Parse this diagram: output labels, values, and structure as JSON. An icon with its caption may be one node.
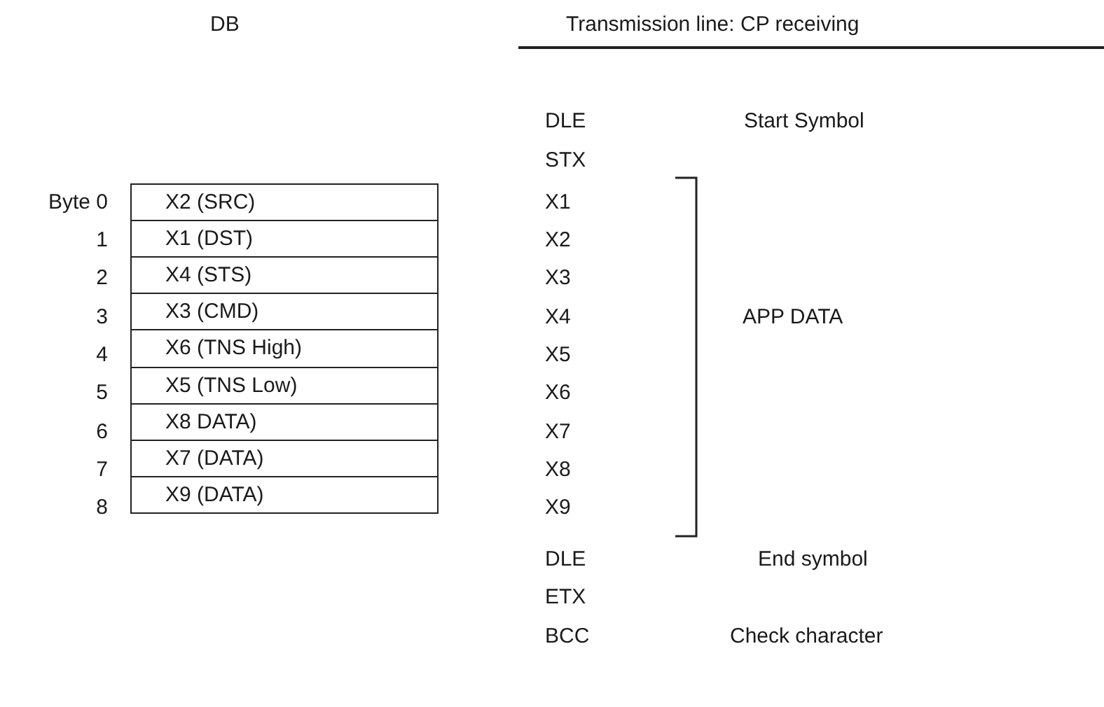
{
  "diagram": {
    "nodes": [
      {
        "text": [
          "X2 (SRC)"
        ]
      },
      {
        "text": [
          "X1 (DST)"
        ]
      },
      {
        "text": [
          "X4 (STS)"
        ]
      },
      {
        "text": [
          "X3 (CMD)"
        ]
      },
      {
        "text": [
          "X6 (TNS High)"
        ]
      },
      {
        "text": [
          "X5 (TNS Low)"
        ]
      },
      {
        "text": [
          "X8 DATA)"
        ]
      },
      {
        "text": [
          "X7 (DATA)"
        ]
      },
      {
        "text": [
          "X9 (DATA)"
        ]
      }
    ],
    "labels": [
      "DB",
      "Transmission line: CP receiving",
      "DLE",
      "Start Symbol",
      "STX",
      "Byte 0",
      "X1",
      "1",
      "X2",
      "2",
      "X3",
      "3",
      "X4",
      "APP DATA",
      "4",
      "X5",
      "5",
      "X6",
      "6",
      "X7",
      "7",
      "X8",
      "8",
      "X9",
      "DLE",
      "End symbol",
      "ETX",
      "BCC",
      "Check character"
    ]
  }
}
